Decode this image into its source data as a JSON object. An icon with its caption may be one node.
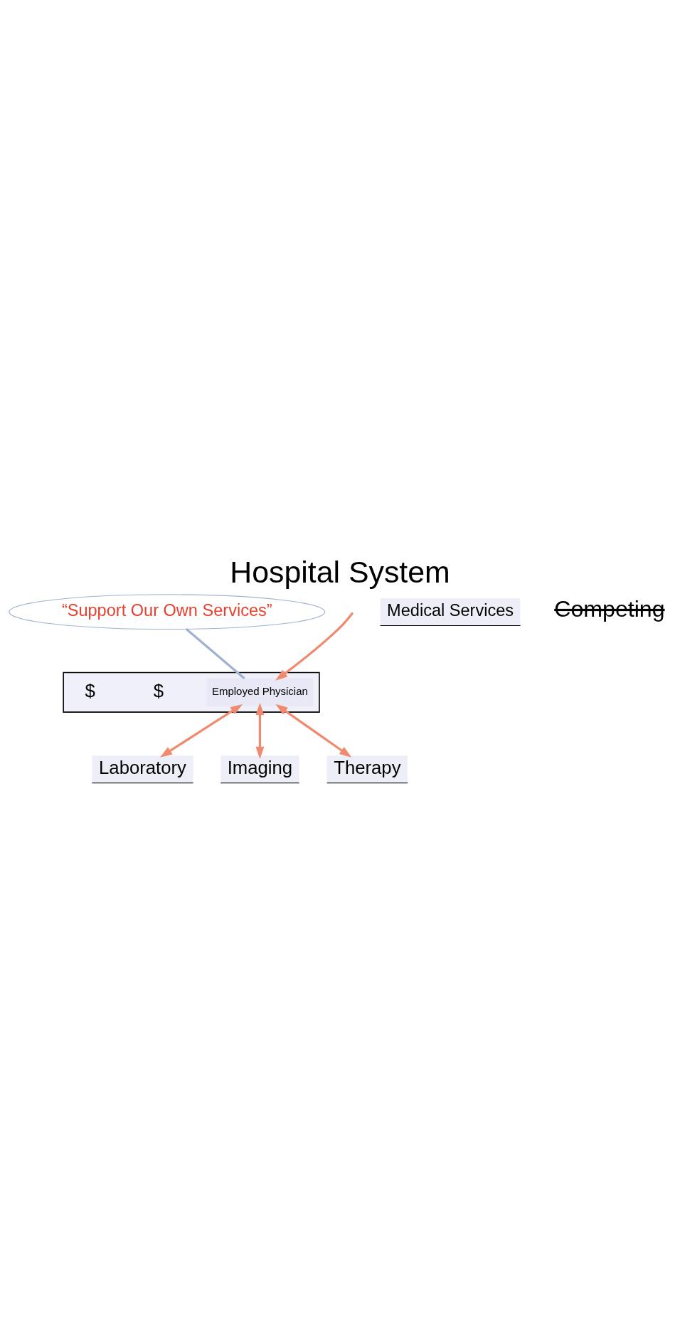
{
  "diagram": {
    "title": "Hospital System",
    "nodes": [
      {
        "text": [],
        "shape": "box"
      },
      {
        "text": [
          "Employed Physician"
        ],
        "in": 0
      },
      {
        "text": [
          "“Support Our Own Services”"
        ]
      },
      {
        "text": [
          "Laboratory"
        ]
      },
      {
        "text": [
          "Imaging"
        ]
      },
      {
        "text": [
          "Therapy"
        ]
      },
      {
        "text": [
          "Medical Services"
        ]
      }
    ],
    "edges": [
      {
        "from": null,
        "to": 1,
        "arrow": "to"
      },
      {
        "from": 2,
        "to": 1,
        "arrow": "none",
        "color": "#9fb3d1"
      },
      {
        "from": 1,
        "to": 3,
        "arrow": "both"
      },
      {
        "from": 1,
        "to": 4,
        "arrow": "both"
      },
      {
        "from": 1,
        "to": 5,
        "arrow": "both"
      }
    ],
    "labels": [
      "$",
      "$",
      "Competing"
    ]
  }
}
